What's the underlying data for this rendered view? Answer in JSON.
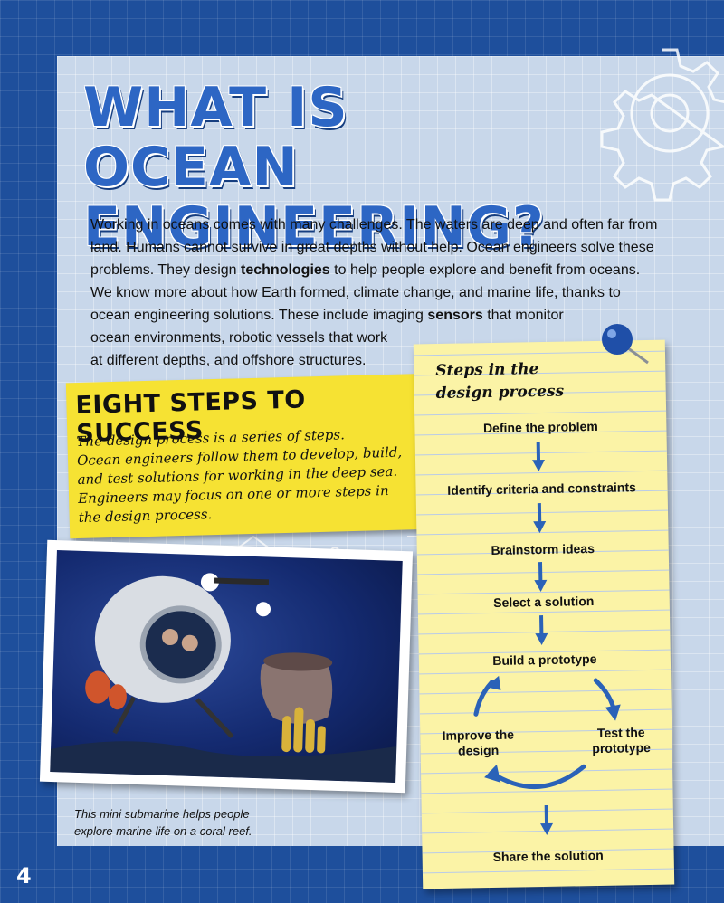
{
  "page": {
    "title_lines": [
      "WHAT IS OCEAN",
      "ENGINEERING?"
    ],
    "page_number": "4"
  },
  "intro": {
    "l1": "Working in oceans comes with many challenges. The waters are deep and often far from",
    "l2": "land. Humans cannot survive in great depths without help. Ocean engineers solve these",
    "l3": "problems. They design ",
    "l3_bold": "technologies",
    "l3_end": " to help people explore and benefit from oceans.",
    "l4": "We know more about how Earth formed, climate change, and marine life, thanks to",
    "l5": "ocean engineering solutions. These include imaging ",
    "l5_bold": "sensors",
    "l5_end": " that monitor",
    "l6": "ocean environments, robotic vessels that work",
    "l7": "at different depths, and offshore structures."
  },
  "steps_note": {
    "heading": "EIGHT STEPS TO SUCCESS",
    "body_lines": [
      "The design process is a series of steps.",
      "Ocean engineers follow them to develop, build,",
      "and test solutions for working in the deep sea.",
      "Engineers may focus on one or more steps in",
      "the design process."
    ]
  },
  "photo": {
    "caption_lines": [
      "This mini submarine helps people",
      "explore marine life on a coral reef."
    ]
  },
  "design_process": {
    "title_lines": [
      "Steps in the",
      "design process"
    ],
    "steps": [
      "Define the problem",
      "Identify criteria and constraints",
      "Brainstorm ideas",
      "Select a solution",
      "Build a prototype",
      "Test the",
      "prototype",
      "Improve the",
      "design",
      "Share the solution"
    ]
  },
  "colors": {
    "background_blue": "#1e4f9c",
    "panel_blue": "#c8d7ea",
    "title_blue": "#2d66c4",
    "note_yellow": "#f6e233",
    "pad_yellow": "#fbf3a6",
    "arrow_blue": "#2a62b8"
  },
  "icons": [
    "gear-icon",
    "push-pin-icon",
    "arrow-down-icon",
    "cycle-arrow-icon"
  ]
}
